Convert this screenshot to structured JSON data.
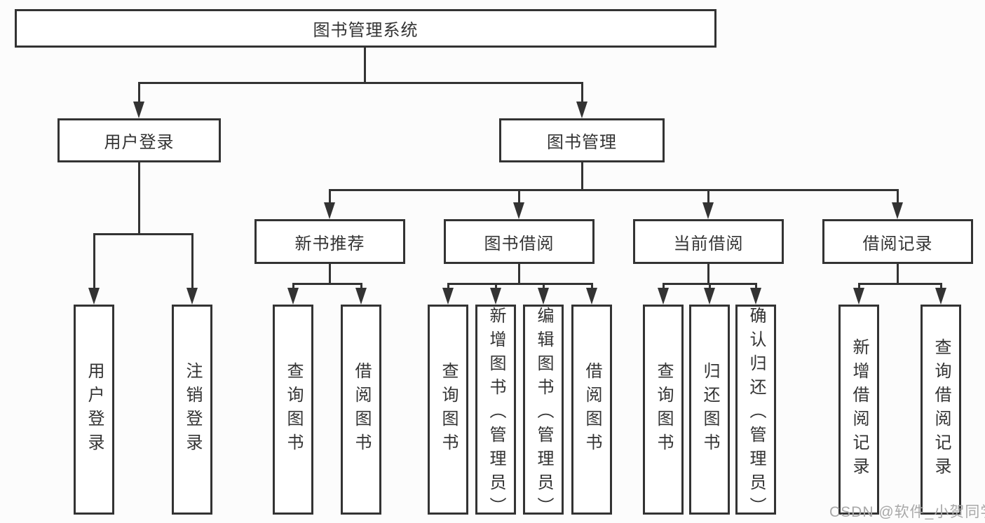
{
  "diagram": {
    "title": "图书管理系统",
    "watermark": "CSDN @软件_小贺同学",
    "colors": {
      "line": "#333333",
      "box_border": "#333333",
      "text": "#333333",
      "watermark_text": "#a8a8a8",
      "background": "#fcfcfc"
    },
    "tree": {
      "root": {
        "label": "图书管理系统"
      },
      "level2": [
        {
          "label": "用户登录"
        },
        {
          "label": "图书管理"
        }
      ],
      "level3": [
        {
          "label": "新书推荐"
        },
        {
          "label": "图书借阅"
        },
        {
          "label": "当前借阅"
        },
        {
          "label": "借阅记录"
        }
      ],
      "leaves": {
        "user_login": [
          "用户登录",
          "注销登录"
        ],
        "new_books": [
          "查询图书",
          "借阅图书"
        ],
        "borrowing": [
          "查询图书",
          "新增图书（管理员）",
          "编辑图书（管理员）",
          "借阅图书"
        ],
        "current": [
          "查询图书",
          "归还图书",
          "确认归还（管理员）"
        ],
        "records": [
          "新增借阅记录",
          "查询借阅记录"
        ]
      }
    }
  }
}
